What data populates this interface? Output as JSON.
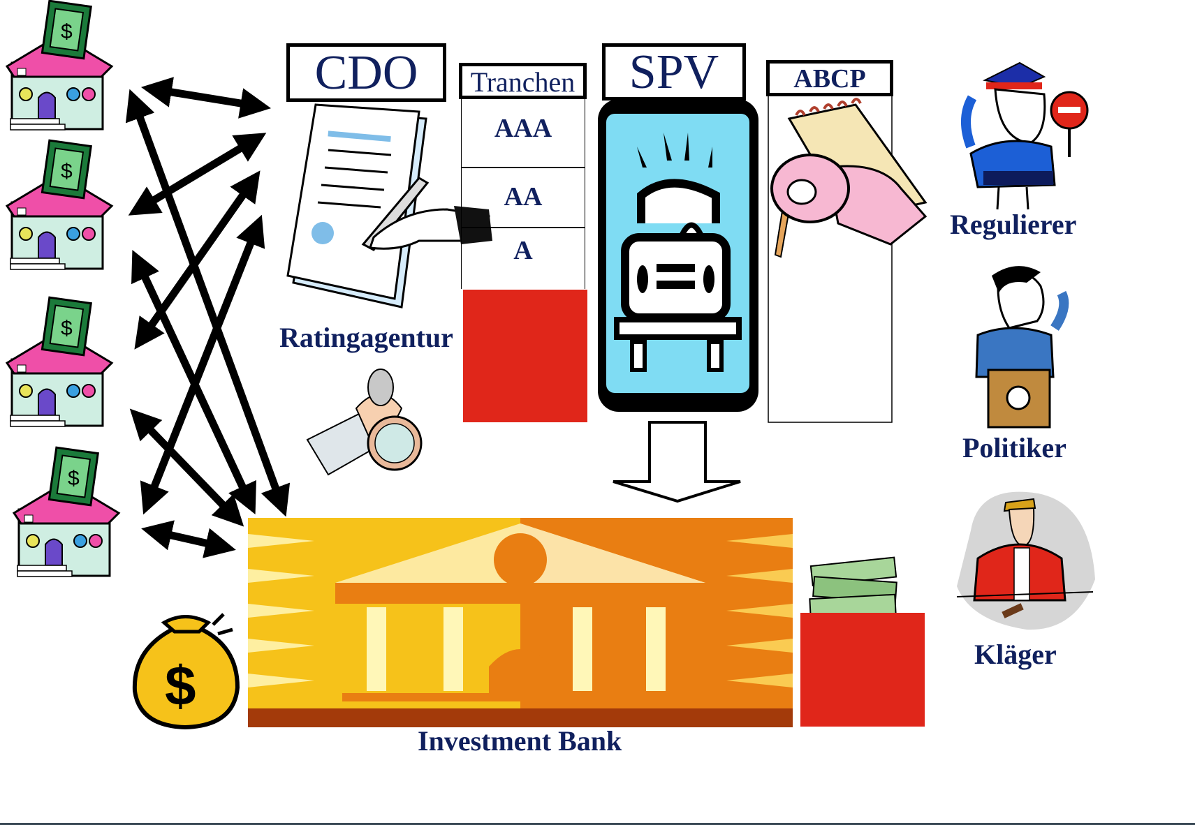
{
  "labels": {
    "cdo": "CDO",
    "tranchen": "Tranchen",
    "spv": "SPV",
    "abcp": "ABCP",
    "rating_agency": "Ratingagentur",
    "investment_bank": "Investment Bank",
    "regulator": "Regulierer",
    "politician": "Politiker",
    "plaintiff": "Kläger"
  },
  "tranches": [
    "AAA",
    "AA",
    "A"
  ],
  "colors": {
    "text_navy": "#10205e",
    "equity_red": "#e0261a",
    "spv_blue": "#7fdcf3",
    "bank_gold": "#f6c21a",
    "bank_orange": "#e97e12"
  },
  "icons": [
    "house-icon",
    "money-bag-icon",
    "contract-icon",
    "car-icon",
    "paper-roll-icon",
    "policeman-icon",
    "politician-icon",
    "judge-icon",
    "cash-stack-icon",
    "coin-hand-icon",
    "bank-icon"
  ]
}
